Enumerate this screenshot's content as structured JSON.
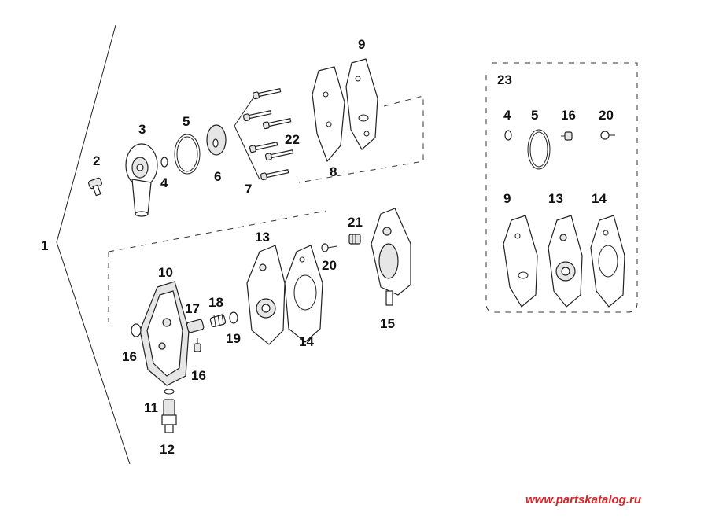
{
  "callouts": [
    {
      "id": "1",
      "label": "1"
    },
    {
      "id": "2",
      "label": "2"
    },
    {
      "id": "3",
      "label": "3"
    },
    {
      "id": "4a",
      "label": "4"
    },
    {
      "id": "5a",
      "label": "5"
    },
    {
      "id": "6",
      "label": "6"
    },
    {
      "id": "7",
      "label": "7"
    },
    {
      "id": "8",
      "label": "8"
    },
    {
      "id": "9a",
      "label": "9"
    },
    {
      "id": "10",
      "label": "10"
    },
    {
      "id": "11",
      "label": "11"
    },
    {
      "id": "12",
      "label": "12"
    },
    {
      "id": "13a",
      "label": "13"
    },
    {
      "id": "14a",
      "label": "14"
    },
    {
      "id": "15",
      "label": "15"
    },
    {
      "id": "16a",
      "label": "16"
    },
    {
      "id": "16b",
      "label": "16"
    },
    {
      "id": "17",
      "label": "17"
    },
    {
      "id": "18",
      "label": "18"
    },
    {
      "id": "19",
      "label": "19"
    },
    {
      "id": "20a",
      "label": "20"
    },
    {
      "id": "21",
      "label": "21"
    },
    {
      "id": "22",
      "label": "22"
    },
    {
      "id": "23",
      "label": "23"
    },
    {
      "id": "4b",
      "label": "4"
    },
    {
      "id": "5b",
      "label": "5"
    },
    {
      "id": "16c",
      "label": "16"
    },
    {
      "id": "20b",
      "label": "20"
    },
    {
      "id": "9b",
      "label": "9"
    },
    {
      "id": "13b",
      "label": "13"
    },
    {
      "id": "14b",
      "label": "14"
    }
  ],
  "watermark": "www.partskatalog.ru",
  "colors": {
    "watermark": "#d8252a",
    "line": "#222222"
  }
}
